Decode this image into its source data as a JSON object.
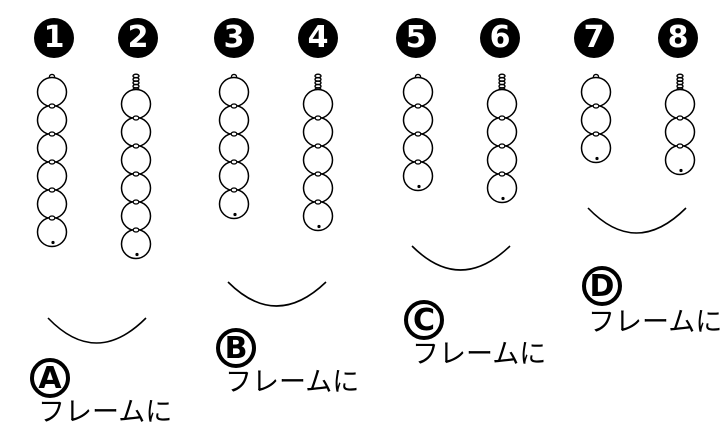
{
  "strand_numbers": [
    "1",
    "2",
    "3",
    "4",
    "5",
    "6",
    "7",
    "8"
  ],
  "groups": [
    {
      "letter": "A",
      "caption": "フレームに"
    },
    {
      "letter": "B",
      "caption": "フレームに"
    },
    {
      "letter": "C",
      "caption": "フレームに"
    },
    {
      "letter": "D",
      "caption": "フレームに"
    }
  ],
  "strands": [
    {
      "number": "1",
      "links": 6,
      "top": "ring"
    },
    {
      "number": "2",
      "links": 6,
      "top": "chain"
    },
    {
      "number": "3",
      "links": 5,
      "top": "ring"
    },
    {
      "number": "4",
      "links": 5,
      "top": "chain"
    },
    {
      "number": "5",
      "links": 4,
      "top": "ring"
    },
    {
      "number": "6",
      "links": 4,
      "top": "chain"
    },
    {
      "number": "7",
      "links": 3,
      "top": "ring"
    },
    {
      "number": "8",
      "links": 3,
      "top": "chain"
    }
  ]
}
